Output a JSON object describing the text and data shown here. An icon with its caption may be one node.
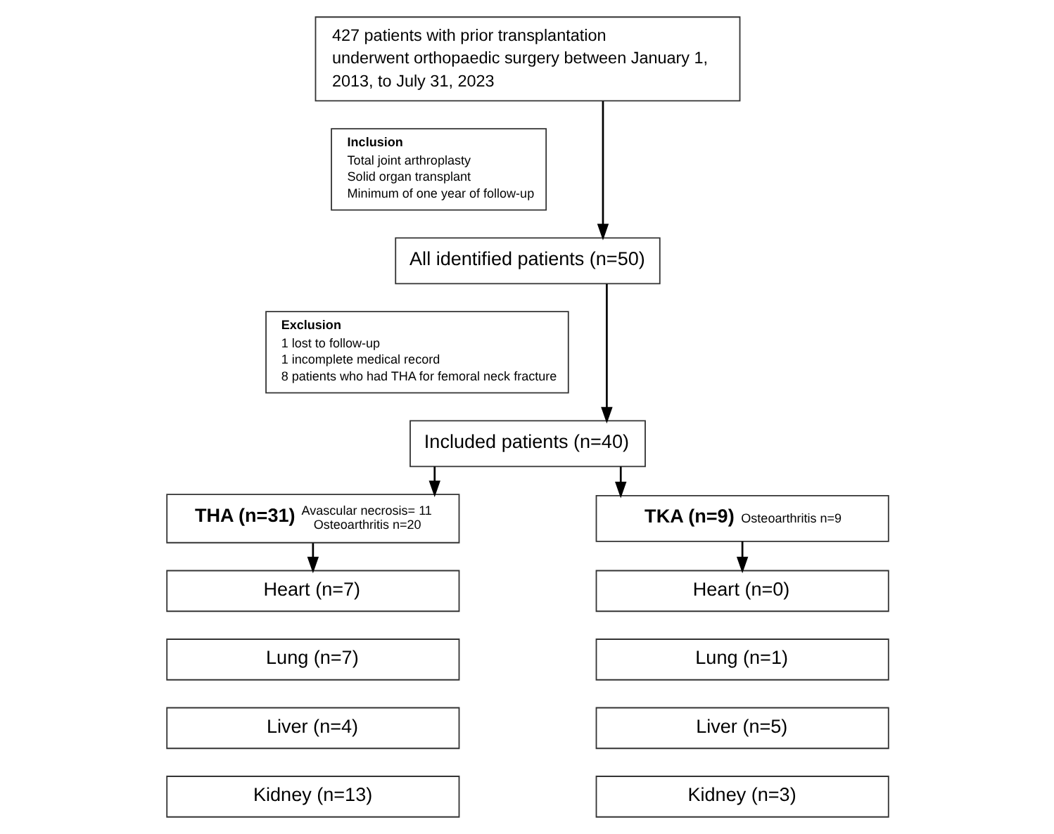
{
  "diagram": {
    "nodes": [
      {
        "text": [
          "427 patients with prior transplantation underwent orthopaedic surgery between January 1, 2013, to July 31, 2023"
        ]
      },
      {
        "text": [
          "Inclusion",
          "Total joint arthroplasty",
          "Solid organ transplant",
          "Minimum of one year of follow-up"
        ]
      },
      {
        "text": [
          "All identified patients (n=50)"
        ]
      },
      {
        "text": [
          "Exclusion",
          "1 lost to follow-up",
          "1 incomplete medical record",
          "8 patients who had THA for femoral neck fracture"
        ]
      },
      {
        "text": [
          "Included patients (n=40)"
        ]
      },
      {
        "text": [
          "THA (n=31)",
          "Avascular necrosis= 11",
          "Osteoarthritis n=20"
        ]
      },
      {
        "text": [
          "TKA (n=9)",
          "Osteoarthritis n=9"
        ]
      },
      {
        "text": [
          "Heart (n=7)"
        ]
      },
      {
        "text": [
          "Lung (n=7)"
        ]
      },
      {
        "text": [
          "Liver (n=4)"
        ]
      },
      {
        "text": [
          "Kidney (n=13)"
        ]
      },
      {
        "text": [
          "Heart (n=0)"
        ]
      },
      {
        "text": [
          "Lung (n=1)"
        ]
      },
      {
        "text": [
          "Liver (n=5)"
        ]
      },
      {
        "text": [
          "Kidney (n=3)"
        ]
      }
    ],
    "edges": [
      {
        "from": 0,
        "to": 2,
        "arrow": "to"
      },
      {
        "from": 2,
        "to": 4,
        "arrow": "to"
      },
      {
        "from": 4,
        "to": 5,
        "arrow": "to"
      },
      {
        "from": 4,
        "to": 6,
        "arrow": "to"
      },
      {
        "from": 5,
        "to": 7,
        "arrow": "to"
      },
      {
        "from": 6,
        "to": 11,
        "arrow": "to"
      }
    ]
  }
}
